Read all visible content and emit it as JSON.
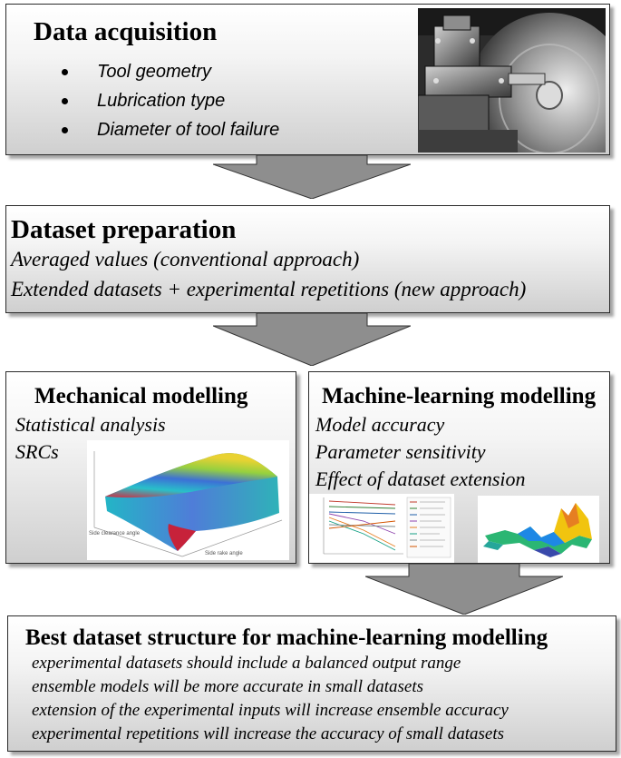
{
  "acquisition": {
    "title": "Data acquisition",
    "items": [
      "Tool geometry",
      "Lubrication type",
      "Diameter of tool failure"
    ]
  },
  "preparation": {
    "title": "Dataset preparation",
    "lines": [
      "Averaged values (conventional approach)",
      "Extended datasets + experimental repetitions (new approach)"
    ]
  },
  "mechanical": {
    "title": "Mechanical modelling",
    "lines": [
      "Statistical analysis",
      "SRCs"
    ]
  },
  "ml": {
    "title": "Machine-learning modelling",
    "lines": [
      "Model accuracy",
      "Parameter sensitivity",
      "Effect of dataset extension"
    ]
  },
  "best": {
    "title": "Best dataset structure for machine-learning modelling",
    "lines": [
      "experimental datasets should include a balanced output range",
      "ensemble models will be more accurate in small datasets",
      "extension of the experimental inputs will increase ensemble accuracy",
      "experimental repetitions will increase the accuracy of small datasets"
    ]
  },
  "colors": {
    "arrow": "#8e8e8e",
    "border": "#2a2a2a"
  },
  "icons": [
    "lathe-photo",
    "surface-plot",
    "line-chart-thumbnail",
    "surface-plot-thumbnail"
  ]
}
